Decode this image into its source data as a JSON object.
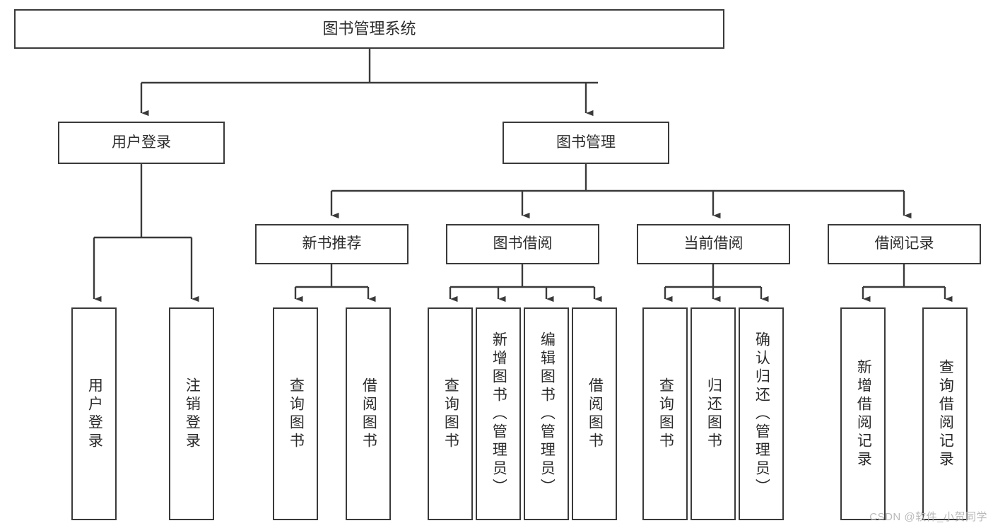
{
  "diagram": {
    "title": "图书管理系统",
    "watermark": "CSDN @软件_小贺同学",
    "colors": {
      "box_border": "#3a3a3a",
      "text": "#2b2b2b",
      "background": "#ffffff",
      "watermark": "#b9b9b9"
    },
    "root": {
      "label": "图书管理系统"
    },
    "level2": [
      {
        "label": "用户登录"
      },
      {
        "label": "图书管理"
      }
    ],
    "level3": [
      {
        "label": "新书推荐"
      },
      {
        "label": "图书借阅"
      },
      {
        "label": "当前借阅"
      },
      {
        "label": "借阅记录"
      }
    ],
    "leaves": [
      {
        "label": "用户登录",
        "parent": "用户登录"
      },
      {
        "label": "注销登录",
        "parent": "用户登录"
      },
      {
        "label": "查询图书",
        "parent": "新书推荐"
      },
      {
        "label": "借阅图书",
        "parent": "新书推荐"
      },
      {
        "label": "查询图书",
        "parent": "图书借阅"
      },
      {
        "label": "新增图书（管理员）",
        "parent": "图书借阅"
      },
      {
        "label": "编辑图书（管理员）",
        "parent": "图书借阅"
      },
      {
        "label": "借阅图书",
        "parent": "图书借阅"
      },
      {
        "label": "查询图书",
        "parent": "当前借阅"
      },
      {
        "label": "归还图书",
        "parent": "当前借阅"
      },
      {
        "label": "确认归还（管理员）",
        "parent": "当前借阅"
      },
      {
        "label": "新增借阅记录",
        "parent": "借阅记录"
      },
      {
        "label": "查询借阅记录",
        "parent": "借阅记录"
      }
    ]
  }
}
